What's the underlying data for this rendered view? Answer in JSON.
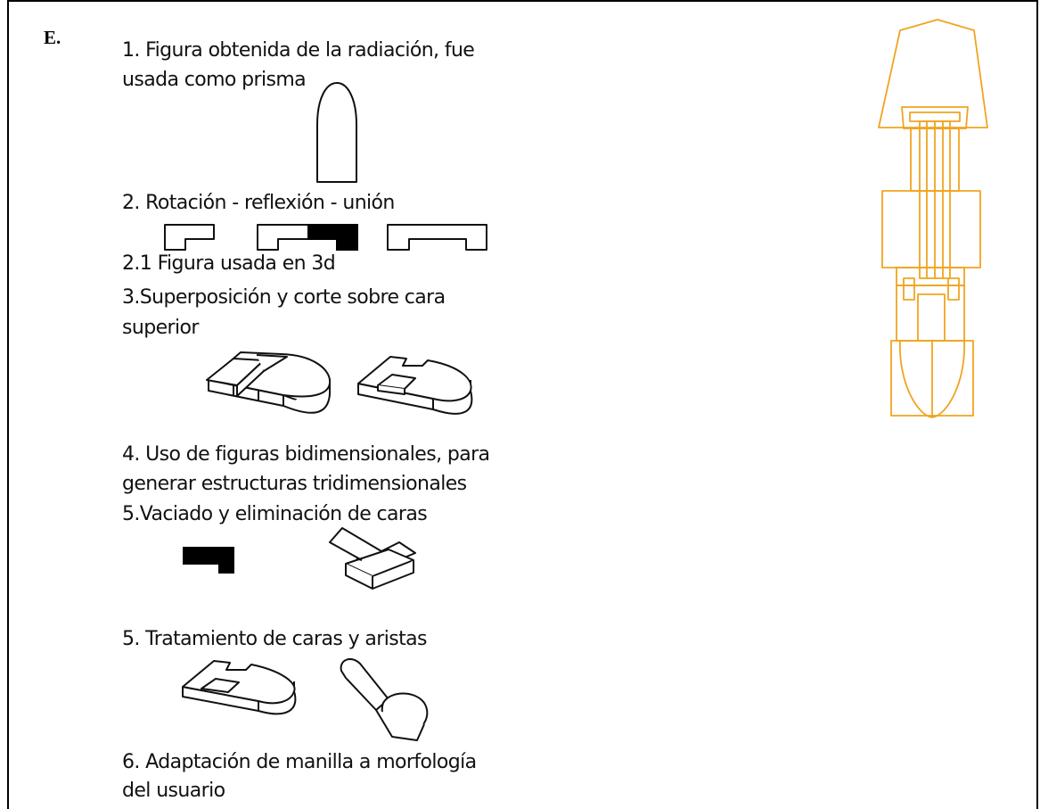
{
  "section_letter": "E.",
  "steps": [
    {
      "lines": [
        "1. Figura obtenida de la radiación, fue",
        "usada como prisma"
      ]
    },
    {
      "lines": [
        "2. Rotación - reflexión - unión"
      ]
    },
    {
      "lines": [
        "2.1 Figura usada en 3d"
      ]
    },
    {
      "lines": [
        "3.Superposición y corte sobre cara",
        "superior"
      ]
    },
    {
      "lines": [
        "4. Uso de figuras bidimensionales, para",
        "generar estructuras tridimensionales"
      ]
    },
    {
      "lines": [
        "5.Vaciado y eliminación de caras"
      ]
    },
    {
      "lines": [
        "5. Tratamiento de caras y aristas"
      ]
    },
    {
      "lines": [
        "6. Adaptación de manilla  a morfología",
        "del usuario"
      ]
    }
  ],
  "colors": {
    "accent": "#F0A420",
    "ink": "#111111"
  }
}
